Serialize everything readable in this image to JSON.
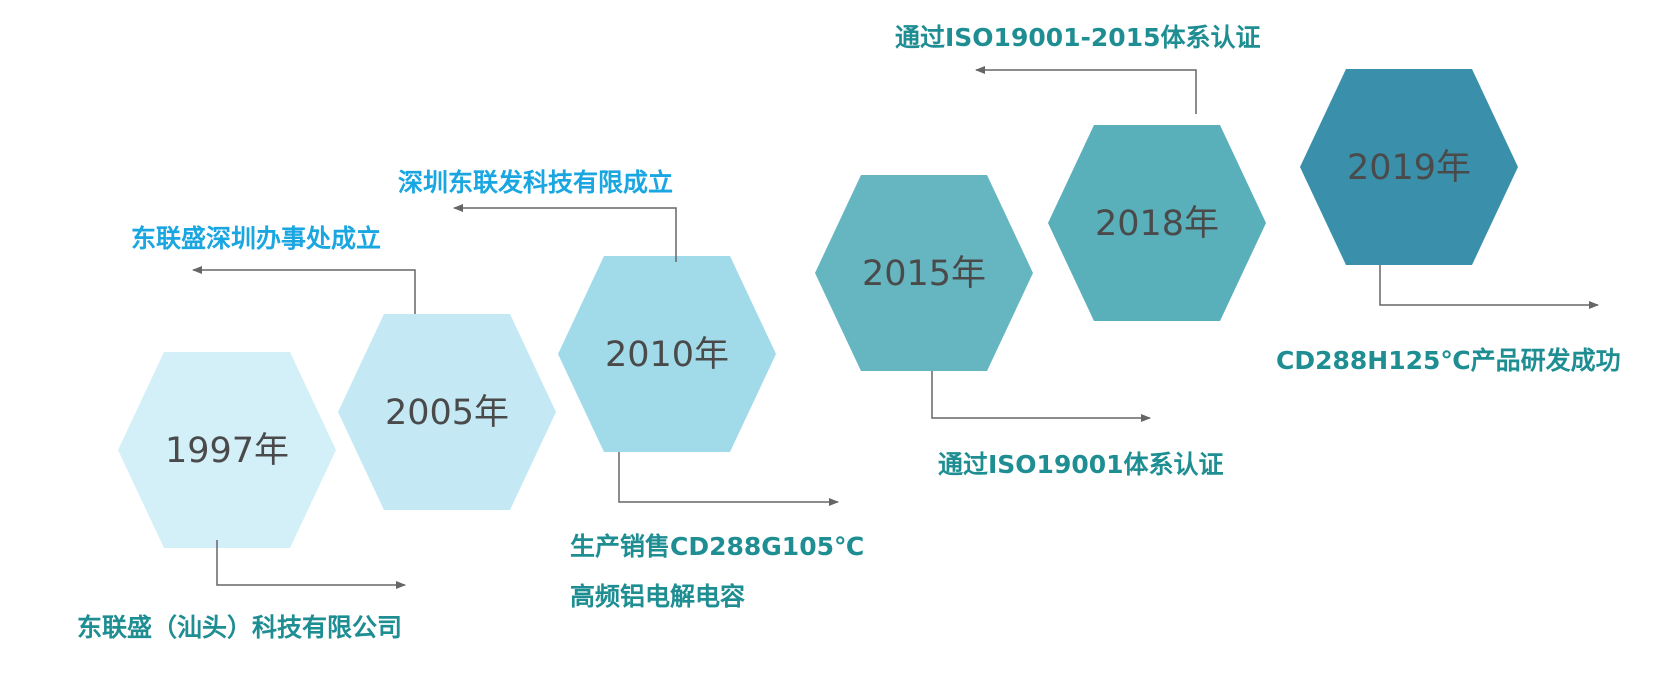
{
  "colors": {
    "hex_1997": "#d3f0f8",
    "hex_2005": "#c4e9f5",
    "hex_2010": "#a1dbea",
    "hex_2015": "#66b6c1",
    "hex_2018": "#59b0bb",
    "hex_2019": "#3a90aa",
    "label_blue": "#1aa6e0",
    "label_teal": "#1e8e93",
    "connector": "#666666"
  },
  "milestones": [
    {
      "year": "1997年",
      "label": "东联盛（汕头）科技有限公司"
    },
    {
      "year": "2005年",
      "label": "东联盛深圳办事处成立"
    },
    {
      "year": "2010年",
      "label_top": "深圳东联发科技有限成立",
      "label_bottom_line1": "生产销售CD288G105℃",
      "label_bottom_line2": "高频铝电解电容"
    },
    {
      "year": "2015年",
      "label": "通过ISO19001体系认证"
    },
    {
      "year": "2018年",
      "label": "通过ISO19001-2015体系认证"
    },
    {
      "year": "2019年",
      "label": "CD288H125℃产品研发成功"
    }
  ]
}
